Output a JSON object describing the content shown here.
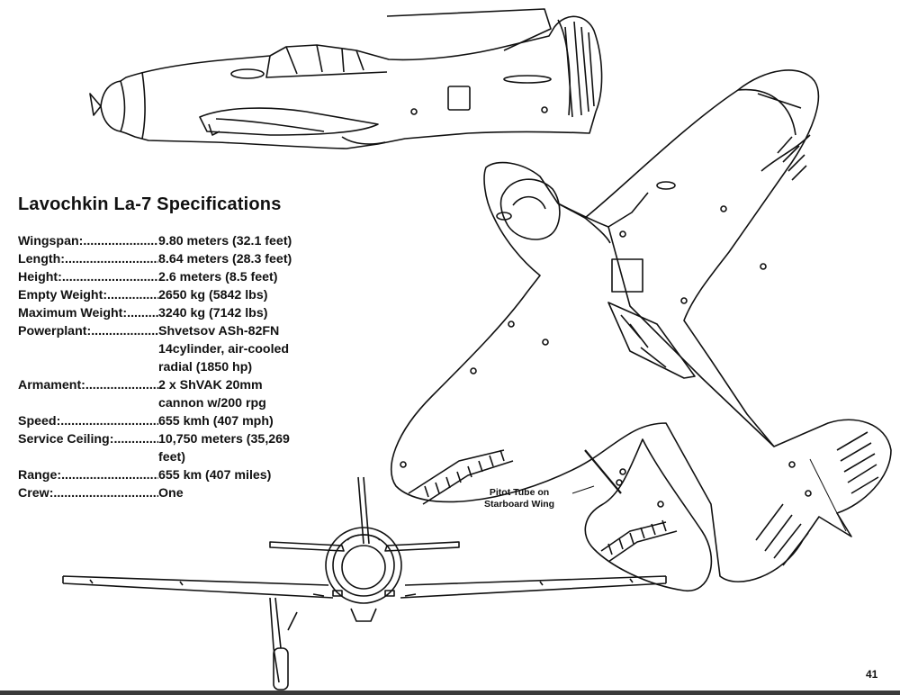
{
  "heading": "Lavochkin La-7 Specifications",
  "specs": [
    {
      "key": "Wingspan:",
      "value": "9.80 meters (32.1 feet)"
    },
    {
      "key": "Length:",
      "value": "8.64 meters (28.3 feet)"
    },
    {
      "key": "Height:",
      "value": "2.6 meters (8.5 feet)"
    },
    {
      "key": "Empty Weight:",
      "value": "2650 kg (5842 lbs)"
    },
    {
      "key": "Maximum Weight:",
      "value": "3240 kg (7142 lbs)"
    },
    {
      "key": "Powerplant:",
      "value": "Shvetsov ASh-82FN\n14cylinder, air-cooled\nradial (1850 hp)"
    },
    {
      "key": "Armament:",
      "value": "2 x ShVAK 20mm\ncannon w/200 rpg"
    },
    {
      "key": "Speed:",
      "value": "655 kmh (407 mph)"
    },
    {
      "key": "Service Ceiling:",
      "value": "10,750 meters (35,269\nfeet)"
    },
    {
      "key": "Range:",
      "value": "655 km (407 miles)"
    },
    {
      "key": "Crew:",
      "value": "One"
    }
  ],
  "callout": {
    "pitot_line1": "Pitot Tube on",
    "pitot_line2": "Starboard Wing"
  },
  "page_number": "41"
}
